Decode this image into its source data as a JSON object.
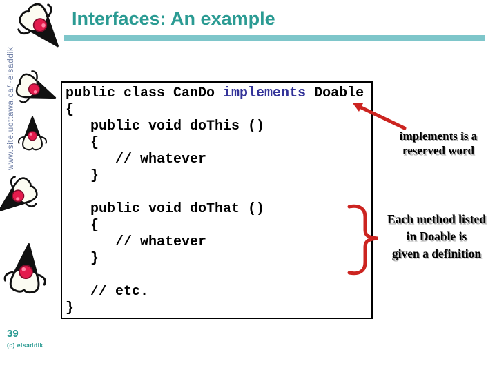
{
  "slide": {
    "title": "Interfaces: An example",
    "sidebar_url": "www.site.uottawa.ca/~elsaddik",
    "page_number": "39",
    "copyright": "(c) elsaddik"
  },
  "code": {
    "keyword_color": "#333399",
    "lines": [
      [
        {
          "t": "public class CanDo "
        },
        {
          "t": "implements",
          "c": "keyword"
        },
        {
          "t": " Doable"
        }
      ],
      [
        {
          "t": "{"
        }
      ],
      [
        {
          "t": "   public void doThis ()"
        }
      ],
      [
        {
          "t": "   {"
        }
      ],
      [
        {
          "t": "      // whatever"
        }
      ],
      [
        {
          "t": "   }"
        }
      ],
      [
        {
          "t": ""
        }
      ],
      [
        {
          "t": "   public void doThat ()"
        }
      ],
      [
        {
          "t": "   {"
        }
      ],
      [
        {
          "t": "      // whatever"
        }
      ],
      [
        {
          "t": "   }"
        }
      ],
      [
        {
          "t": ""
        }
      ],
      [
        {
          "t": "   // etc."
        }
      ],
      [
        {
          "t": "}"
        }
      ]
    ]
  },
  "annotations": {
    "implements_note": "implements is a\nreserved word",
    "methods_note": "Each method listed\nin Doable is\ngiven a definition"
  },
  "icons": {
    "mascot": "java-duke-mascot",
    "connectors": [
      "red-arrow",
      "red-curly-brace"
    ]
  },
  "colors": {
    "title_teal": "#2B9B93",
    "underline_teal": "#7EC6CA",
    "sidebar_text_blue_gray": "#6F7FA6",
    "code_keyword_blue": "#333399",
    "annotation_red": "#CC2420",
    "footer_teal": "#2B9B93",
    "duke_nose_red": "#E31B4C"
  }
}
